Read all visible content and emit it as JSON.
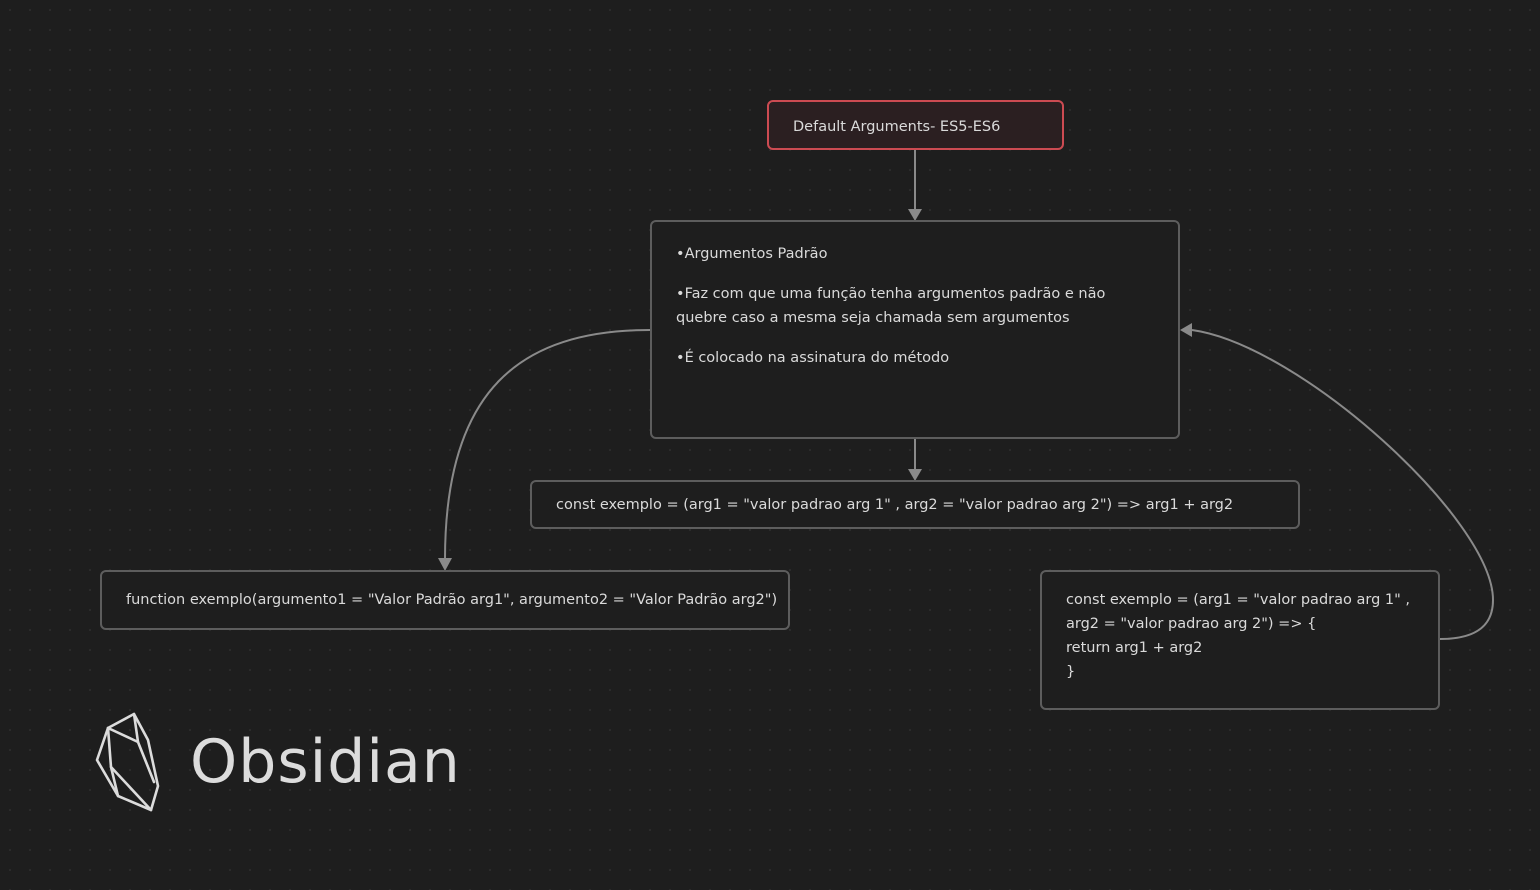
{
  "canvas": {
    "title_node": {
      "text": "Default Arguments- ES5-ES6",
      "border_color": "#cc4b52"
    },
    "notes_node": {
      "bullets": [
        "Argumentos Padrão",
        "Faz com que uma função tenha argumentos padrão e não quebre caso a mesma seja chamada sem argumentos",
        "É colocado na assinatura do método"
      ]
    },
    "arrow_node": {
      "text": "const exemplo = (arg1 = \"valor padrao arg 1\" , arg2 = \"valor padrao arg 2\") => arg1 + arg2"
    },
    "function_node": {
      "text": "function exemplo(argumento1 = \"Valor Padrão arg1\", argumento2 = \"Valor Padrão arg2\")"
    },
    "block_node": {
      "lines": [
        "const exemplo = (arg1 = \"valor padrao arg 1\" ,",
        "arg2 = \"valor padrao arg 2\") => {",
        "return arg1 + arg2",
        "}"
      ]
    }
  },
  "brand": {
    "name": "Obsidian",
    "icon": "obsidian-logo-icon"
  },
  "colors": {
    "background": "#1e1e1e",
    "edge": "#8a8a8a",
    "node_border": "#5d5d5d",
    "accent": "#cc4b52"
  }
}
